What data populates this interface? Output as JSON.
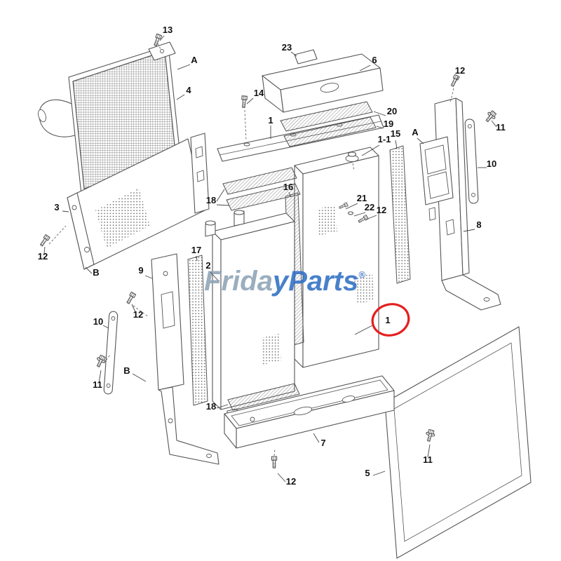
{
  "watermark": {
    "frida": "Frida",
    "y": "y",
    "parts": "Parts",
    "registered": "®",
    "gray_color": "#8ea3b6",
    "blue_color": "#2f6fc4"
  },
  "highlight": {
    "label": "1",
    "color": "#e51f1f"
  },
  "labels": {
    "n13": "13",
    "a_top": "A",
    "n4": "4",
    "n23": "23",
    "n6": "6",
    "n14": "14",
    "n1_plate": "1",
    "n20": "20",
    "n19": "19",
    "n1_1": "1-1",
    "n15": "15",
    "a_right": "A",
    "n12_tr": "12",
    "n11_r": "11",
    "n10_r": "10",
    "n8": "8",
    "n3": "3",
    "n12_l": "12",
    "b_left": "B",
    "n18_u": "18",
    "n16": "16",
    "n21": "21",
    "n22": "22",
    "n12_cap": "12",
    "n17": "17",
    "n2": "2",
    "n9": "9",
    "n12_m": "12",
    "n10_lm": "10",
    "n11_lm": "11",
    "b_mid": "B",
    "n1_main": "1",
    "n18_b": "18",
    "n7": "7",
    "n12_b": "12",
    "n5": "5",
    "n11_b": "11"
  }
}
